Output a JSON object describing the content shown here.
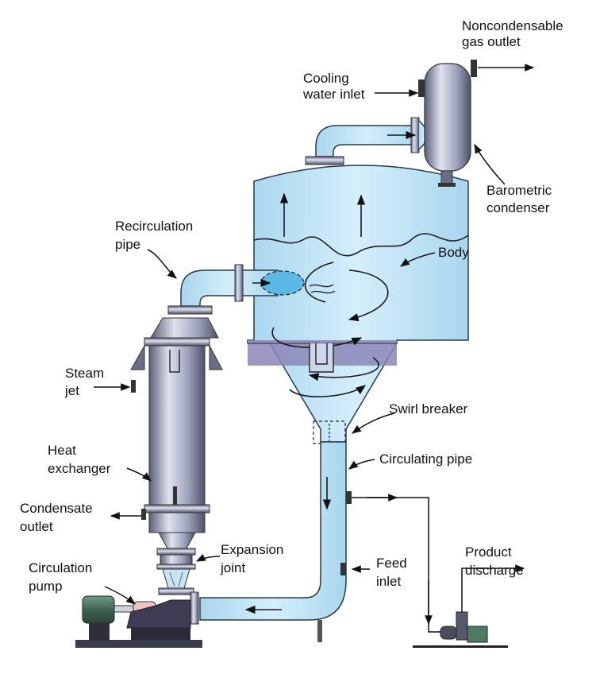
{
  "labels": {
    "noncondensable_gas_outlet": [
      "Noncondensable",
      "gas outlet"
    ],
    "cooling_water_inlet": [
      "Cooling",
      "water inlet"
    ],
    "barometric_condenser": [
      "Barometric",
      "condenser"
    ],
    "recirculation_pipe": [
      "Recirculation",
      "pipe"
    ],
    "body": [
      "Body"
    ],
    "steam_jet": [
      "Steam",
      "jet"
    ],
    "swirl_breaker": [
      "Swirl breaker"
    ],
    "heat_exchanger": [
      "Heat",
      "exchanger"
    ],
    "circulating_pipe": [
      "Circulating pipe"
    ],
    "condensate_outlet": [
      "Condensate",
      "outlet"
    ],
    "expansion_joint": [
      "Expansion",
      "joint"
    ],
    "circulation_pump": [
      "Circulation",
      "pump"
    ],
    "feed_inlet": [
      "Feed",
      "inlet"
    ],
    "product_discharge": [
      "Product",
      "discharge"
    ]
  },
  "colors": {
    "liquid": "#bfe3f5",
    "liquid_edge": "#2a3a4a",
    "steel": "#9aa0b8",
    "steel_dark": "#4a4e66",
    "band": "#8b86b8",
    "motor": "#4f7a64"
  }
}
